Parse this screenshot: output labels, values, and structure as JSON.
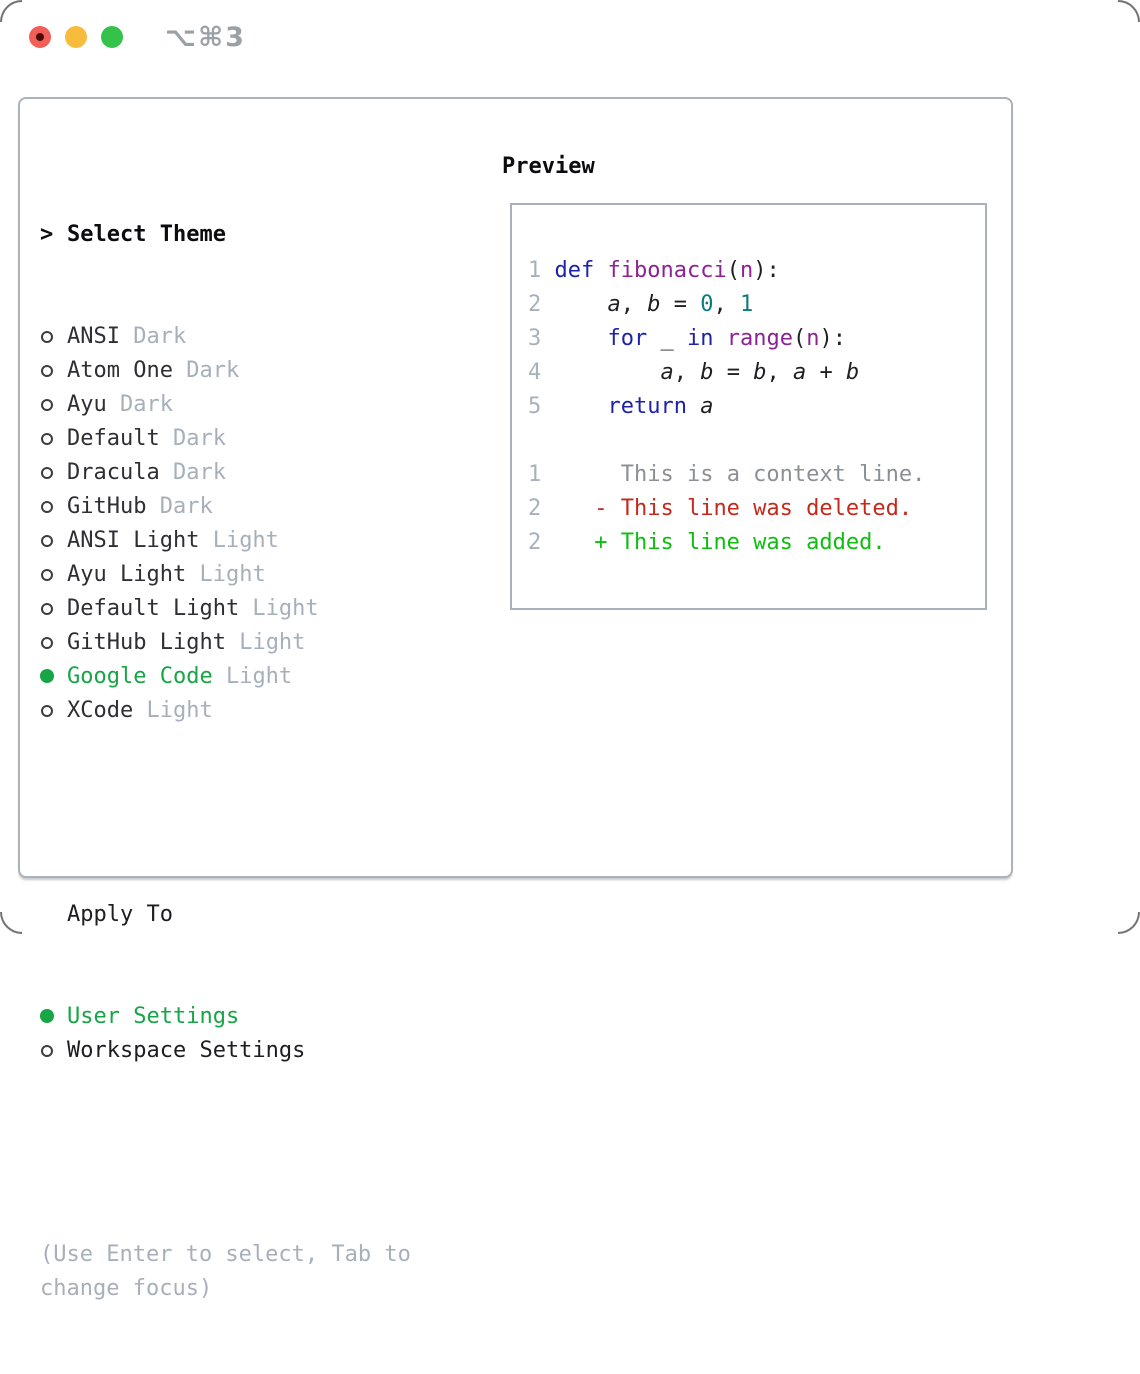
{
  "window": {
    "title": "⌥⌘3",
    "controls": [
      {
        "name": "close-button",
        "color": "#f25f58"
      },
      {
        "name": "minimize-button",
        "color": "#f8bc3c"
      },
      {
        "name": "zoom-button",
        "color": "#35c24a"
      }
    ]
  },
  "theme_panel": {
    "prompt": ">",
    "title": "Select Theme",
    "items": [
      {
        "name": "ANSI",
        "variant": "Dark",
        "selected": false
      },
      {
        "name": "Atom One",
        "variant": "Dark",
        "selected": false
      },
      {
        "name": "Ayu",
        "variant": "Dark",
        "selected": false
      },
      {
        "name": "Default",
        "variant": "Dark",
        "selected": false
      },
      {
        "name": "Dracula",
        "variant": "Dark",
        "selected": false
      },
      {
        "name": "GitHub",
        "variant": "Dark",
        "selected": false
      },
      {
        "name": "ANSI Light",
        "variant": "Light",
        "selected": false
      },
      {
        "name": "Ayu Light",
        "variant": "Light",
        "selected": false
      },
      {
        "name": "Default Light",
        "variant": "Light",
        "selected": false
      },
      {
        "name": "GitHub Light",
        "variant": "Light",
        "selected": false
      },
      {
        "name": "Google Code",
        "variant": "Light",
        "selected": true
      },
      {
        "name": "XCode",
        "variant": "Light",
        "selected": false
      }
    ],
    "apply_to": {
      "title": "Apply To",
      "options": [
        {
          "label": "User Settings",
          "selected": true
        },
        {
          "label": "Workspace Settings",
          "selected": false
        }
      ]
    },
    "hint_lines": [
      "(Use Enter to select, Tab to",
      "change focus)"
    ]
  },
  "preview": {
    "title": "Preview",
    "lines": [
      [
        {
          "t": "1",
          "c": "ln"
        },
        {
          "t": " ",
          "c": "p"
        },
        {
          "t": "def",
          "c": "kw"
        },
        {
          "t": " ",
          "c": "p"
        },
        {
          "t": "fibonacci",
          "c": "fn"
        },
        {
          "t": "(",
          "c": "p"
        },
        {
          "t": "n",
          "c": "fn"
        },
        {
          "t": "):",
          "c": "p"
        }
      ],
      [
        {
          "t": "2",
          "c": "ln"
        },
        {
          "t": "     ",
          "c": "p"
        },
        {
          "t": "a",
          "c": "var"
        },
        {
          "t": ", ",
          "c": "p"
        },
        {
          "t": "b",
          "c": "var"
        },
        {
          "t": " = ",
          "c": "p"
        },
        {
          "t": "0",
          "c": "num"
        },
        {
          "t": ", ",
          "c": "p"
        },
        {
          "t": "1",
          "c": "num"
        }
      ],
      [
        {
          "t": "3",
          "c": "ln"
        },
        {
          "t": "     ",
          "c": "p"
        },
        {
          "t": "for",
          "c": "kw"
        },
        {
          "t": " _ ",
          "c": "p"
        },
        {
          "t": "in",
          "c": "kw"
        },
        {
          "t": " ",
          "c": "p"
        },
        {
          "t": "range",
          "c": "fn"
        },
        {
          "t": "(",
          "c": "p"
        },
        {
          "t": "n",
          "c": "fn"
        },
        {
          "t": "):",
          "c": "p"
        }
      ],
      [
        {
          "t": "4",
          "c": "ln"
        },
        {
          "t": "         ",
          "c": "p"
        },
        {
          "t": "a",
          "c": "var"
        },
        {
          "t": ", ",
          "c": "p"
        },
        {
          "t": "b",
          "c": "var"
        },
        {
          "t": " = ",
          "c": "p"
        },
        {
          "t": "b",
          "c": "var"
        },
        {
          "t": ", ",
          "c": "p"
        },
        {
          "t": "a",
          "c": "var"
        },
        {
          "t": " + ",
          "c": "p"
        },
        {
          "t": "b",
          "c": "var"
        }
      ],
      [
        {
          "t": "5",
          "c": "ln"
        },
        {
          "t": "     ",
          "c": "p"
        },
        {
          "t": "return",
          "c": "kw"
        },
        {
          "t": " ",
          "c": "p"
        },
        {
          "t": "a",
          "c": "var"
        }
      ],
      [],
      [
        {
          "t": "1",
          "c": "ln"
        },
        {
          "t": "      ",
          "c": "p"
        },
        {
          "t": "This is a context line.",
          "c": "ctx"
        }
      ],
      [
        {
          "t": "2",
          "c": "ln"
        },
        {
          "t": "    ",
          "c": "p"
        },
        {
          "t": "- This line was deleted.",
          "c": "del"
        }
      ],
      [
        {
          "t": "2",
          "c": "ln"
        },
        {
          "t": "    ",
          "c": "p"
        },
        {
          "t": "+ This line was added.",
          "c": "add"
        }
      ]
    ]
  },
  "colors": {
    "selected_green": "#17a546",
    "diff_added_green": "#10bd10",
    "diff_deleted_red": "#c5291c",
    "keyword_blue": "#1e22aa",
    "function_purple": "#8d2392",
    "number_teal": "#0e7a7e",
    "muted_gray": "#a7b0ba",
    "text_dark": "#1f1f24",
    "border_gray": "#aab2bb"
  }
}
